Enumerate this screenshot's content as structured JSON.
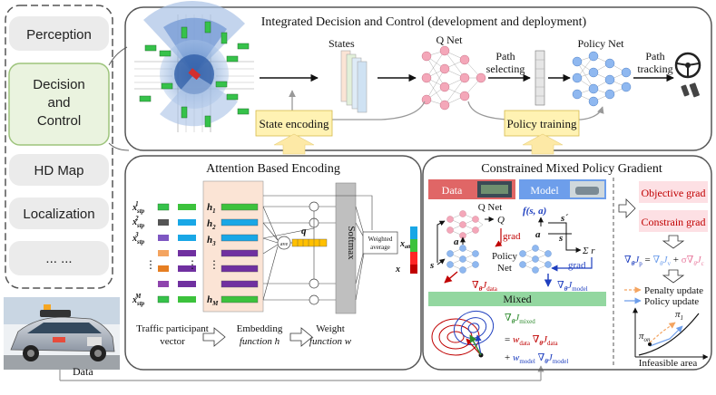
{
  "sidebar": {
    "items": [
      "Perception",
      "Decision",
      "and",
      "Control",
      "HD Map",
      "Localization",
      "... ..."
    ]
  },
  "top_panel": {
    "title": "Integrated Decision and Control (development and deployment)",
    "states": "States",
    "q_net": "Q Net",
    "path_selecting": [
      "Path",
      "selecting"
    ],
    "policy_net": "Policy Net",
    "path_tracking": [
      "Path",
      "tracking"
    ],
    "state_encoding": "State encoding",
    "policy_training": "Policy training"
  },
  "attention": {
    "title": "Attention Based Encoding",
    "x_labels": [
      "x",
      "stp",
      "1",
      "2",
      "3",
      "M"
    ],
    "h_labels": [
      "h",
      "1",
      "2",
      "3",
      "M"
    ],
    "ave": "ave",
    "q": "q",
    "softmax": "Softmax",
    "weighted_average": [
      "Weighted",
      "average"
    ],
    "x_attn": [
      "x",
      "attn"
    ],
    "x_out": "x",
    "bottom": [
      "Traffic participant",
      "vector",
      "Embedding",
      "function h",
      "Weight",
      "function w"
    ],
    "dots": "⋮"
  },
  "cmpg": {
    "title": "Constrained Mixed Policy Gradient",
    "data": "Data",
    "model": "Model",
    "q_net": "Q Net",
    "q": "Q",
    "grad": "grad",
    "s": "s",
    "a": "a",
    "policy_net": [
      "Policy",
      "Net"
    ],
    "fsa": "f(s, a)",
    "s_prime": "s´",
    "sum_r": "Σ r",
    "grad_data": [
      "∇",
      "θ",
      "J",
      "data"
    ],
    "grad_model": [
      "∇",
      "θ",
      "J",
      "model"
    ],
    "mixed": "Mixed",
    "grad_mixed": [
      "∇",
      "θ",
      "J",
      "mixed"
    ],
    "eq1": [
      "= ",
      "w",
      "data",
      " ∇",
      "θ",
      "J",
      "data"
    ],
    "eq2": [
      "+ ",
      "w",
      "model",
      " ∇",
      "θ",
      "J",
      "model"
    ],
    "objective_grad": "Objective grad",
    "constrain_grad": "Constrain grad",
    "penalty_eq": [
      "∇",
      "θ",
      "J",
      "p",
      " = ",
      "∇",
      "θ",
      "J",
      "v",
      " + ",
      "σ∇",
      "θ",
      "J",
      "c"
    ],
    "penalty_update": "Penalty update",
    "policy_update": "Policy update",
    "pi1": [
      "π",
      "1"
    ],
    "pion": [
      "π",
      "on"
    ],
    "infeasible_area": "Infeasible area"
  },
  "data_label": "Data",
  "colors": {
    "panel_border": "#555555",
    "sidebar_fill": "#ebebeb",
    "decision_fill": "#eaf3df",
    "decision_border": "#9dc47c",
    "arrow_yellow": "#fde9a6",
    "box_yellow": "#fff2b3",
    "data_red": "#e06666",
    "model_blue": "#6d9eeb",
    "mixed_green": "#93d7a0",
    "pink": "#fde0e4",
    "grad_red": "#c00000",
    "grad_blue": "#1f3fbf",
    "grad_green": "#2e8b2e",
    "node_pink": "#f4a7b9",
    "node_blue": "#8fb8f0"
  }
}
